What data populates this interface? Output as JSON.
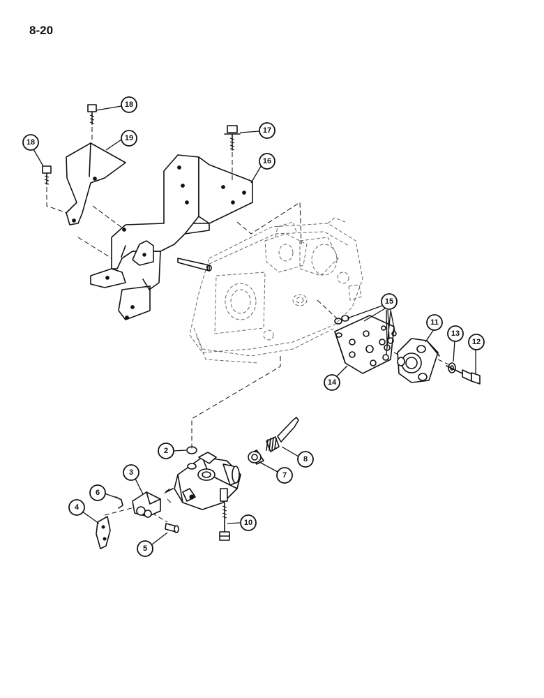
{
  "page": {
    "number": "8-20"
  },
  "callouts": [
    {
      "id": "c18a",
      "label": "18"
    },
    {
      "id": "c18b",
      "label": "18"
    },
    {
      "id": "c19",
      "label": "19"
    },
    {
      "id": "c17",
      "label": "17"
    },
    {
      "id": "c16",
      "label": "16"
    },
    {
      "id": "c15",
      "label": "15"
    },
    {
      "id": "c11",
      "label": "11"
    },
    {
      "id": "c13",
      "label": "13"
    },
    {
      "id": "c12",
      "label": "12"
    },
    {
      "id": "c14",
      "label": "14"
    },
    {
      "id": "c2",
      "label": "2"
    },
    {
      "id": "c8",
      "label": "8"
    },
    {
      "id": "c7",
      "label": "7"
    },
    {
      "id": "c3",
      "label": "3"
    },
    {
      "id": "c6",
      "label": "6"
    },
    {
      "id": "c4",
      "label": "4"
    },
    {
      "id": "c10",
      "label": "10"
    },
    {
      "id": "c5",
      "label": "5"
    }
  ]
}
